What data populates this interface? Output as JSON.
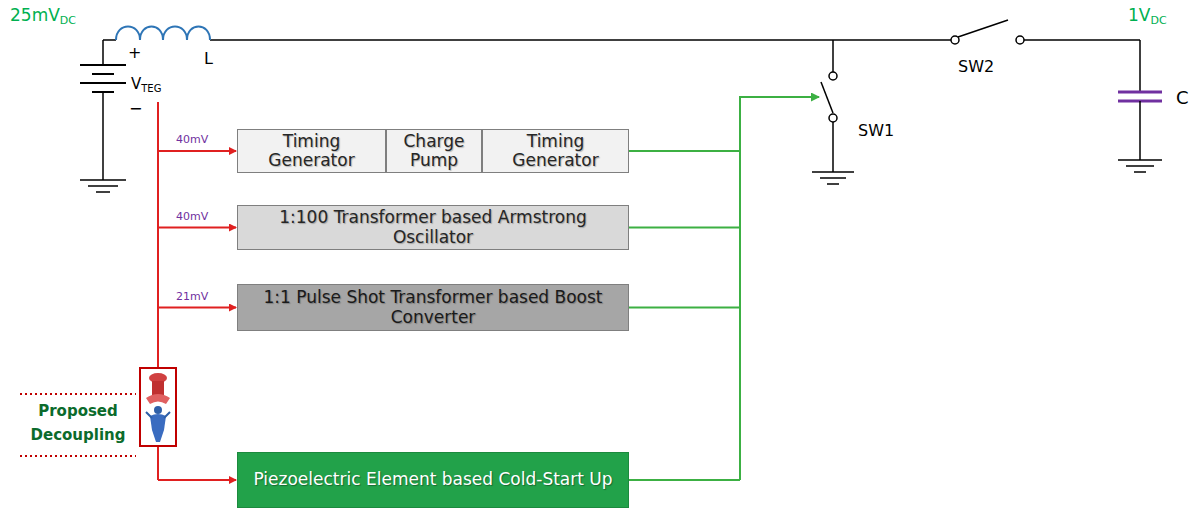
{
  "diagram": {
    "nodes": [
      {
        "text": [
          "Timing Generator"
        ]
      },
      {
        "text": [
          "Charge Pump"
        ]
      },
      {
        "text": [
          "Timing Generator"
        ]
      },
      {
        "text": [
          "1:100 Transformer based Armstrong Oscillator"
        ]
      },
      {
        "text": [
          "1:1 Pulse Shot Transformer based Boost Converter"
        ]
      },
      {
        "text": [
          "Piezoelectric Element based Cold-Start Up"
        ]
      }
    ],
    "labels": [
      "25mV",
      "DC",
      "+",
      "−",
      "V",
      "TEG",
      "L",
      "40mV",
      "40mV",
      "21mV",
      "SW2",
      "SW1",
      "1V",
      "DC",
      "C",
      "Proposed Decoupling"
    ]
  }
}
